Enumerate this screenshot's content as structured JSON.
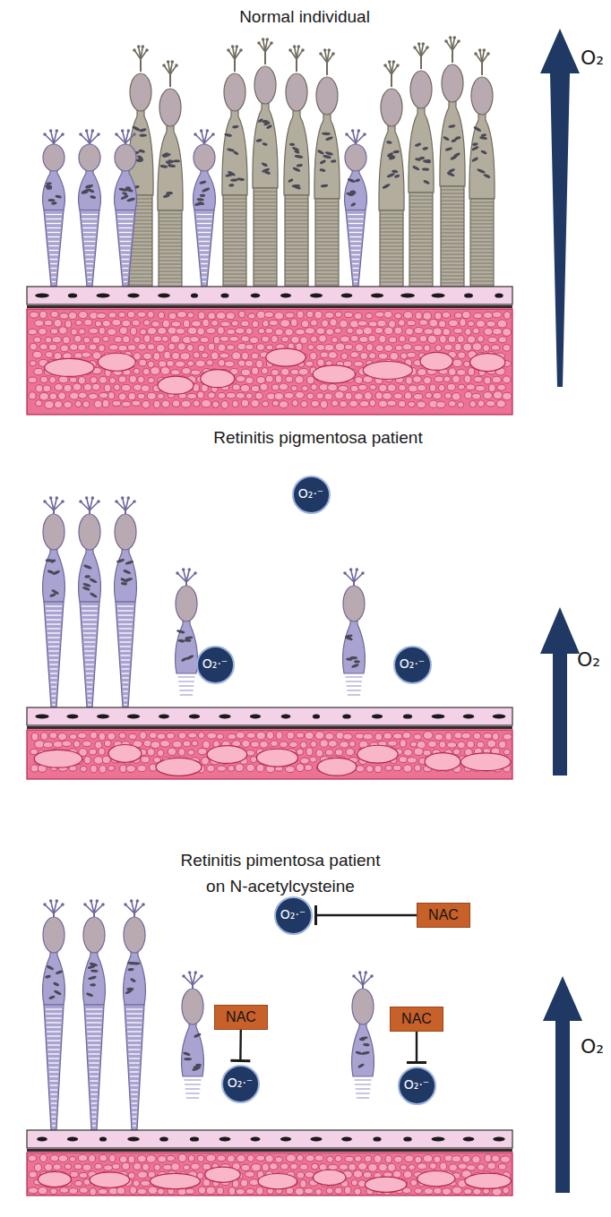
{
  "diagram": {
    "nodes": [
      {
        "text": [
          "O₂·⁻"
        ]
      },
      {
        "text": [
          "O₂·⁻"
        ]
      },
      {
        "text": [
          "O₂·⁻"
        ]
      },
      {
        "text": [
          "O₂·⁻"
        ]
      },
      {
        "text": [
          "NAC"
        ]
      },
      {
        "text": [
          "NAC"
        ]
      },
      {
        "text": [
          "O₂·⁻"
        ]
      },
      {
        "text": [
          "NAC"
        ]
      },
      {
        "text": [
          "O₂·⁻"
        ]
      }
    ],
    "edges": [
      {
        "from": 4,
        "to": 3,
        "arrow": "to"
      },
      {
        "from": 5,
        "to": 6,
        "arrow": "to"
      },
      {
        "from": 7,
        "to": 8,
        "arrow": "to"
      }
    ],
    "labels": [
      "Normal individual",
      "O₂",
      "Retinitis pigmentosa patient",
      "O₂",
      "Retinitis pimentosa patient on N-acetylcysteine",
      "O₂"
    ]
  }
}
